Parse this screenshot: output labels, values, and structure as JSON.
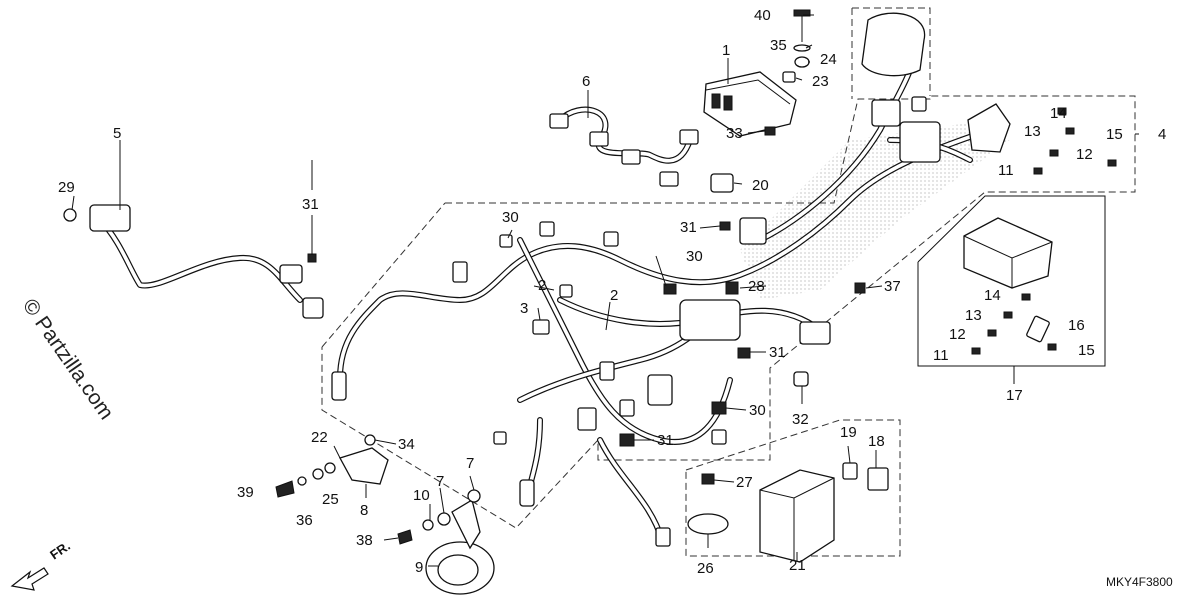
{
  "watermark": "© Partzilla.com",
  "diagram_code": "MKY4F3800",
  "front_label": "FR.",
  "callouts": {
    "c1": "1",
    "c2a": "2",
    "c2b": "2",
    "c3": "3",
    "c4": "4",
    "c5": "5",
    "c6": "6",
    "c7a": "7",
    "c7b": "7",
    "c8": "8",
    "c9": "9",
    "c10": "10",
    "c11a": "11",
    "c11b": "11",
    "c12a": "12",
    "c12b": "12",
    "c13a": "13",
    "c13b": "13",
    "c14a": "14",
    "c14b": "14",
    "c15a": "15",
    "c15b": "15",
    "c16": "16",
    "c17": "17",
    "c18": "18",
    "c19": "19",
    "c20": "20",
    "c21": "21",
    "c22": "22",
    "c23": "23",
    "c24": "24",
    "c25": "25",
    "c26": "26",
    "c27": "27",
    "c28": "28",
    "c29": "29",
    "c30a": "30",
    "c30b": "30",
    "c30c": "30",
    "c31a": "31",
    "c31b": "31",
    "c31c": "31",
    "c31d": "31",
    "c32": "32",
    "c33": "33",
    "c34": "34",
    "c35": "35",
    "c36": "36",
    "c37": "37",
    "c38": "38",
    "c39": "39",
    "c40": "40"
  }
}
